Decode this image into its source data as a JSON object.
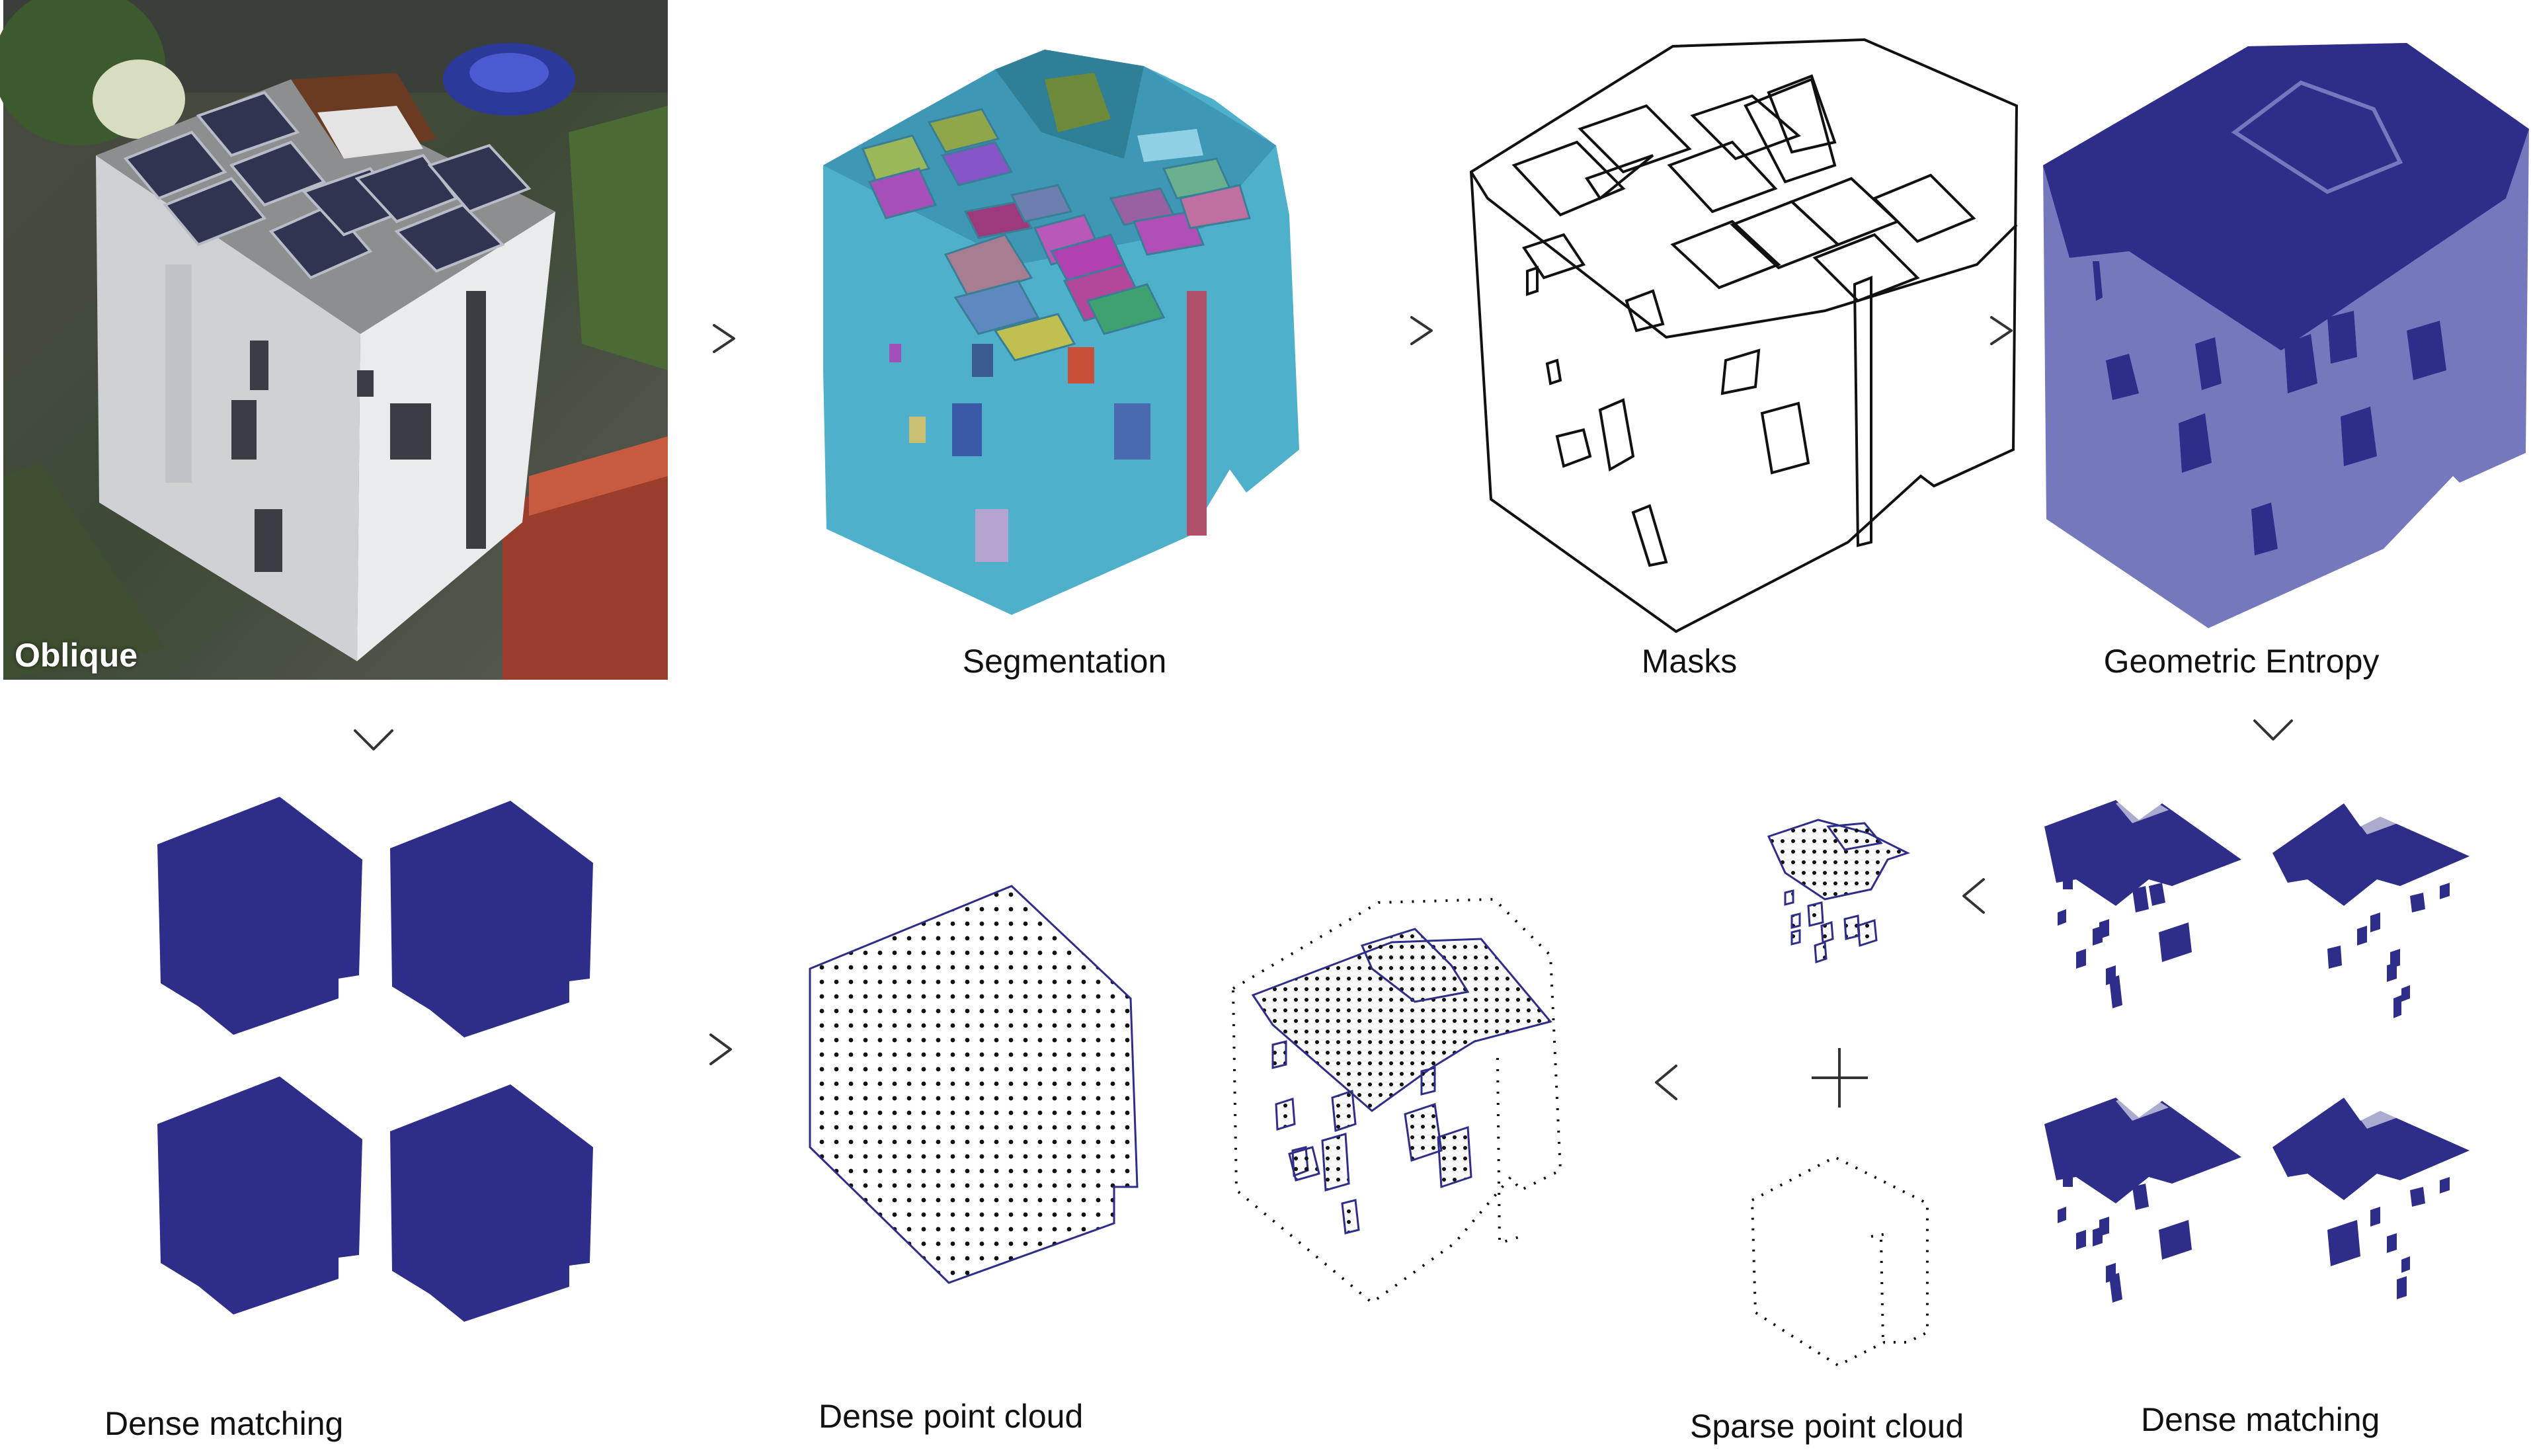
{
  "labels": {
    "oblique": "Oblique",
    "segmentation": "Segmentation",
    "masks": "Masks",
    "geometric_entropy": "Geometric Entropy",
    "dense_matching_left": "Dense matching",
    "dense_point_cloud": "Dense point cloud",
    "sparse_point_cloud": "Sparse point cloud",
    "dense_matching_right": "Dense matching"
  },
  "colors": {
    "navy": "#2e2e8a",
    "entropy_fill": "#7678bd",
    "segmentation_fill": "#4fb0cc",
    "arrow": "#333333",
    "text": "#111111"
  }
}
